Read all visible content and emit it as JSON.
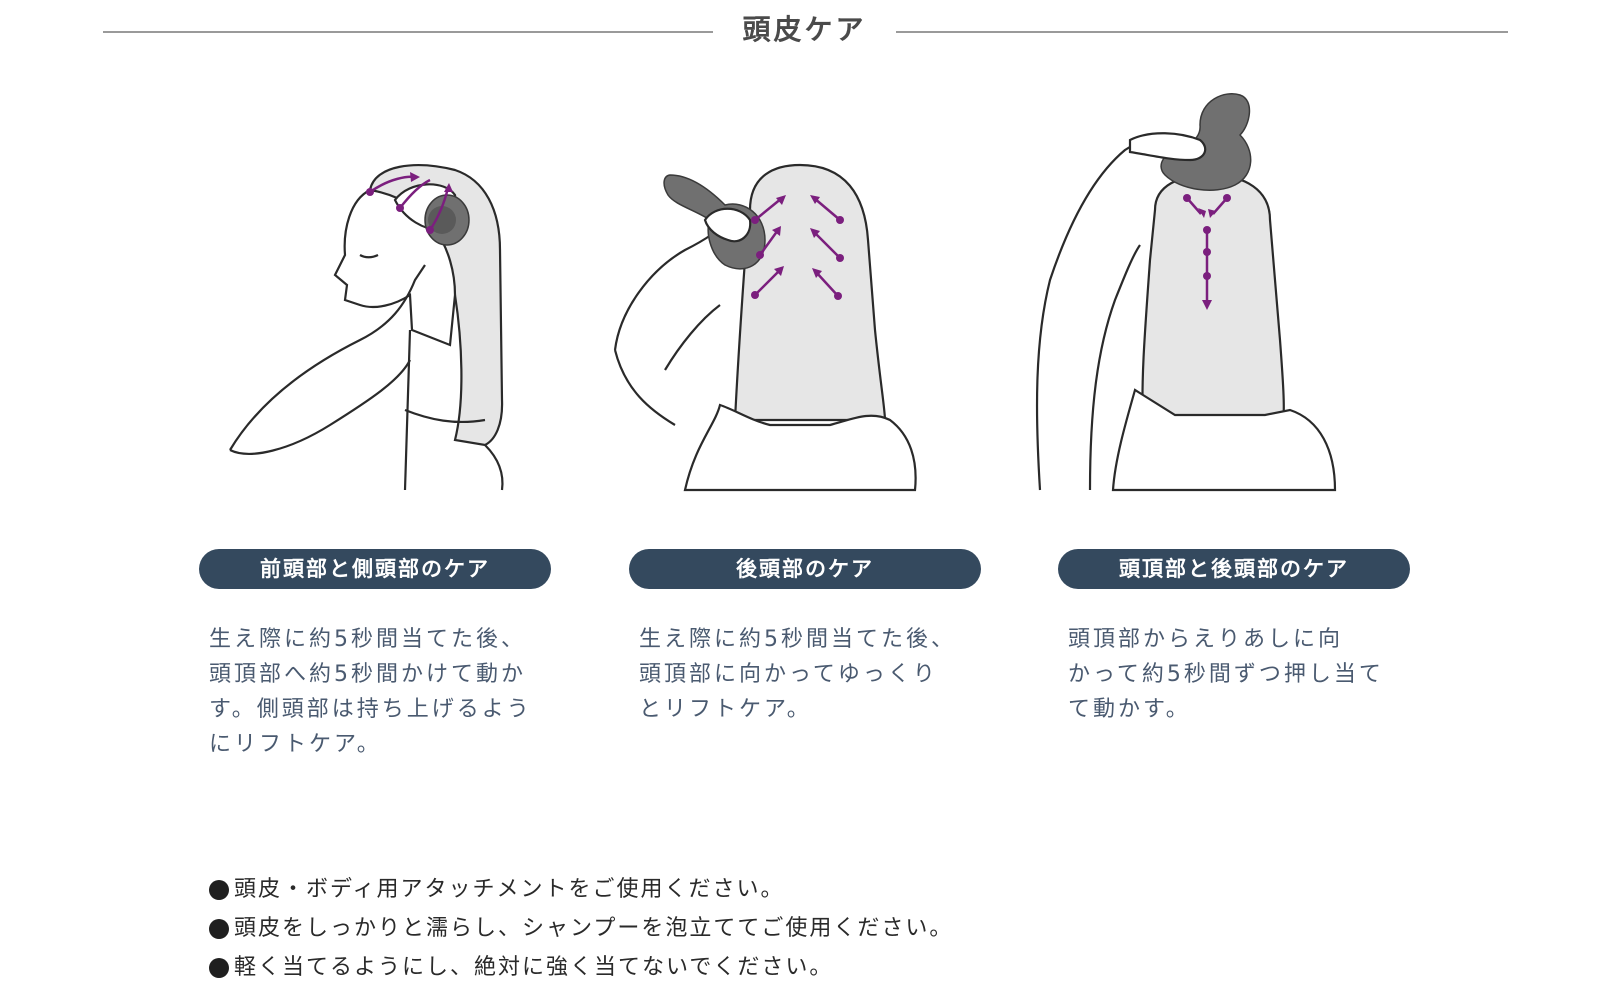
{
  "header": {
    "title": "頭皮ケア"
  },
  "steps": [
    {
      "label": "前頭部と側頭部のケア",
      "description": "生え際に約5秒間当てた後、\n頭頂部へ約5秒間かけて動か\nす。側頭部は持ち上げるよう\nにリフトケア。"
    },
    {
      "label": "後頭部のケア",
      "description": "生え際に約5秒間当てた後、\n頭頂部に向かってゆっくり\nとリフトケア。"
    },
    {
      "label": "頭頂部と後頭部のケア",
      "description": "頭頂部からえりあしに向\nかって約5秒間ずつ押し当て\nて動かす。"
    }
  ],
  "notes": [
    "頭皮・ボディ用アタッチメントをご使用ください。",
    "頭皮をしっかりと濡らし、シャンプーを泡立ててご使用ください。",
    "軽く当てるようにし、絶対に強く当てないでください。"
  ],
  "colors": {
    "pill_background": "#34495e",
    "arrow_accent": "#7b1f7e",
    "description_text": "#4a5a70"
  }
}
